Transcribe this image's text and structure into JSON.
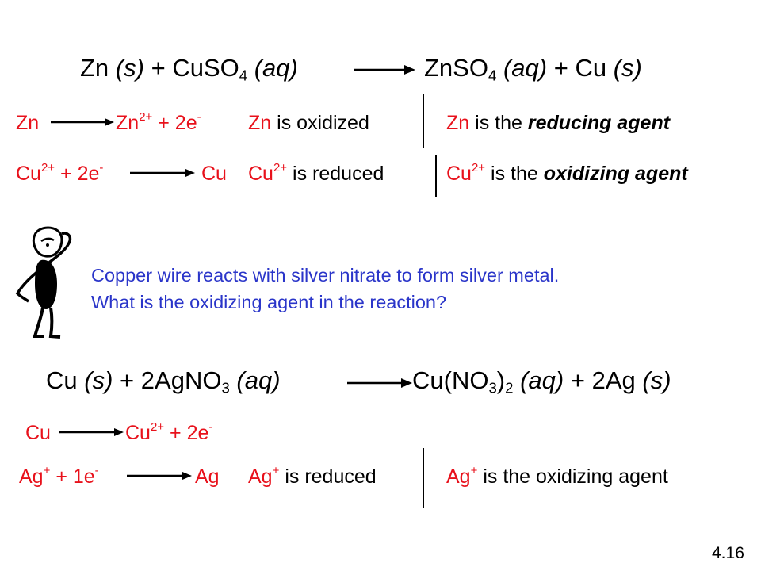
{
  "colors": {
    "species": "#e8111b",
    "question": "#2a35c9",
    "text": "#000000"
  },
  "eq1": {
    "left": {
      "zn": "Zn",
      "s1": "(s)",
      "plus": "+",
      "cuso": "CuSO",
      "four": "4",
      "aq1": "(aq)"
    },
    "right": {
      "znso": "ZnSO",
      "four": "4",
      "aq2": "(aq)",
      "plus": "+",
      "cu": "Cu",
      "s2": "(s)"
    }
  },
  "row1": {
    "lhs": "Zn",
    "rhs_base": "Zn",
    "rhs_charge": "2+",
    "rhs_plus": "+ 2e",
    "rhs_e_sup": "-",
    "mid_species": "Zn",
    "mid_text": "is oxidized",
    "right_species": "Zn",
    "right_text": "is the",
    "right_bold": "reducing agent"
  },
  "row2": {
    "lhs_base": "Cu",
    "lhs_charge": "2+",
    "lhs_plus": "+ 2e",
    "lhs_e_sup": "-",
    "rhs": "Cu",
    "mid_species": "Cu",
    "mid_charge": "2+",
    "mid_text": "is reduced",
    "right_species": "Cu",
    "right_charge": "2+",
    "right_text": "is the",
    "right_bold": "oxidizing agent"
  },
  "question": {
    "line1": "Copper wire reacts with silver nitrate to form silver metal.",
    "line2": "What is the oxidizing agent in the reaction?"
  },
  "eq2": {
    "left": {
      "cu": "Cu",
      "s1": "(s)",
      "plus": "+",
      "agno": "2AgNO",
      "three": "3",
      "aq1": "(aq)"
    },
    "right": {
      "cuno": "Cu(NO",
      "three": "3",
      "close": ")",
      "two": "2",
      "aq2": "(aq)",
      "plus": "+",
      "ag": "2Ag",
      "s2": "(s)"
    }
  },
  "row3": {
    "lhs": "Cu",
    "rhs_base": "Cu",
    "rhs_charge": "2+",
    "rhs_plus": "+ 2e",
    "rhs_e_sup": "-"
  },
  "row4": {
    "lhs_base": "Ag",
    "lhs_charge": "+",
    "lhs_plus": "+ 1e",
    "lhs_e_sup": "-",
    "rhs": "Ag",
    "mid_species": "Ag",
    "mid_charge": "+",
    "mid_text": "is reduced",
    "right_species": "Ag",
    "right_charge": "+",
    "right_text": "is the oxidizing agent"
  },
  "slide_number": "4.16"
}
